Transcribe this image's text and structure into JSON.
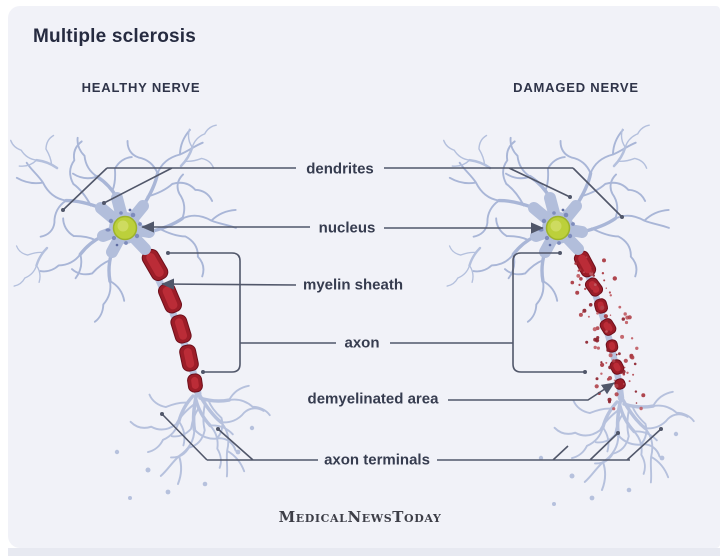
{
  "title": "Multiple sclerosis",
  "columns": {
    "left": "HEALTHY NERVE",
    "right": "DAMAGED NERVE"
  },
  "labels": {
    "dendrites": "dendrites",
    "nucleus": "nucleus",
    "myelin_sheath": "myelin sheath",
    "axon": "axon",
    "demyelinated_area": "demyelinated area",
    "axon_terminals": "axon terminals"
  },
  "footer": {
    "brand": "MedicalNewsToday"
  },
  "colors": {
    "panel_background": "#f1f2f8",
    "title_text": "#262b40",
    "label_text": "#363c4f",
    "connector_line": "#51576a",
    "neuron_body": "#b2bedb",
    "dendrite": "#a9b6d7",
    "nucleus": "#bcd03b",
    "myelin": "#9c1d28",
    "myelin_highlight": "#c12f3a",
    "debris_speckle": "#a7333b"
  }
}
